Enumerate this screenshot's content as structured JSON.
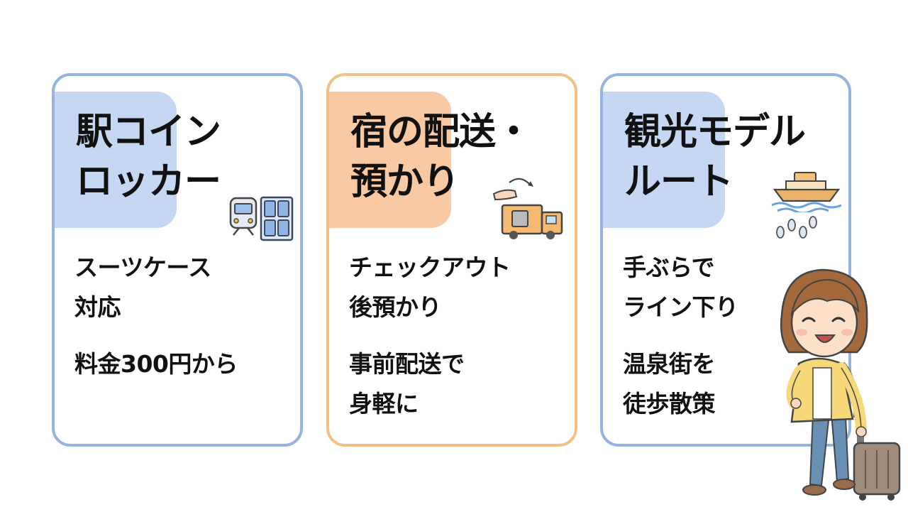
{
  "cards": [
    {
      "title": "駅コイン\nロッカー",
      "lines": [
        "スーツケース\n対応",
        "料金300円から"
      ],
      "accent": "#97b4e0",
      "icons": [
        "train-icon",
        "locker-icon"
      ]
    },
    {
      "title": "宿の配送・\n預かり",
      "lines": [
        "チェックアウト\n後預かり",
        "事前配送で\n身軽に"
      ],
      "accent": "#f2bf88",
      "icons": [
        "hand-suitcase-icon",
        "delivery-truck-icon"
      ]
    },
    {
      "title": "観光モデル\nルート",
      "lines": [
        "手ぶらで\nライン下り",
        "温泉街を\n徒歩散策"
      ],
      "accent": "#97b4e0",
      "icons": [
        "boat-icon",
        "footprints-icon"
      ]
    }
  ],
  "illustration": "traveler-woman-with-suitcase",
  "colors": {
    "blue_border": "#97b4e0",
    "blue_highlight": "#c5d7f3",
    "orange_border": "#f2bf88",
    "orange_highlight": "#f8c9a3"
  }
}
